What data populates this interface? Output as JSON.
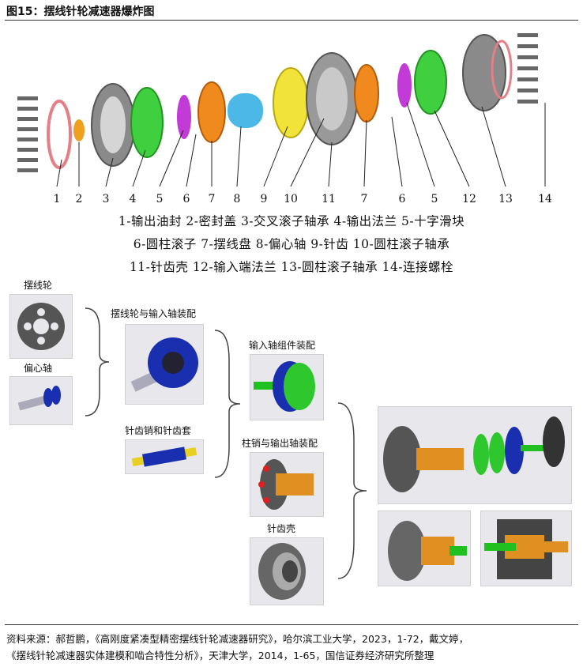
{
  "title": "图15：摆线针轮减速器爆炸图",
  "part_numbers": [
    "1",
    "2",
    "3",
    "4",
    "5",
    "6",
    "7",
    "8",
    "9",
    "10",
    "11",
    "7",
    "6",
    "5",
    "12",
    "13",
    "14"
  ],
  "legend_lines": [
    "1-输出油封 2-密封盖 3-交叉滚子轴承 4-输出法兰 5-十字滑块",
    "6-圆柱滚子 7-摆线盘 8-偏心轴 9-针齿 10-圆柱滚子轴承",
    "11-针齿壳 12-输入端法兰 13-圆柱滚子轴承 14-连接螺栓"
  ],
  "assembly": {
    "cycloid_wheel": "摆线轮",
    "eccentric_shaft": "偏心轴",
    "wheel_input_assembly": "摆线轮与输入轴装配",
    "pin_and_sleeve": "针齿销和针齿套",
    "input_shaft_assembly": "输入轴组件装配",
    "pin_output_assembly": "柱销与输出轴装配",
    "pin_housing": "针齿壳"
  },
  "source_lines": [
    "资料来源：郝哲鹏，《高刚度紧凑型精密摆线针轮减速器研究》，哈尔滨工业大学，2023，1-72，戴文婷，",
    "《摆线针轮减速器实体建模和啮合特性分析》，天津大学，2014，1-65，国信证券经济研究所整理"
  ]
}
